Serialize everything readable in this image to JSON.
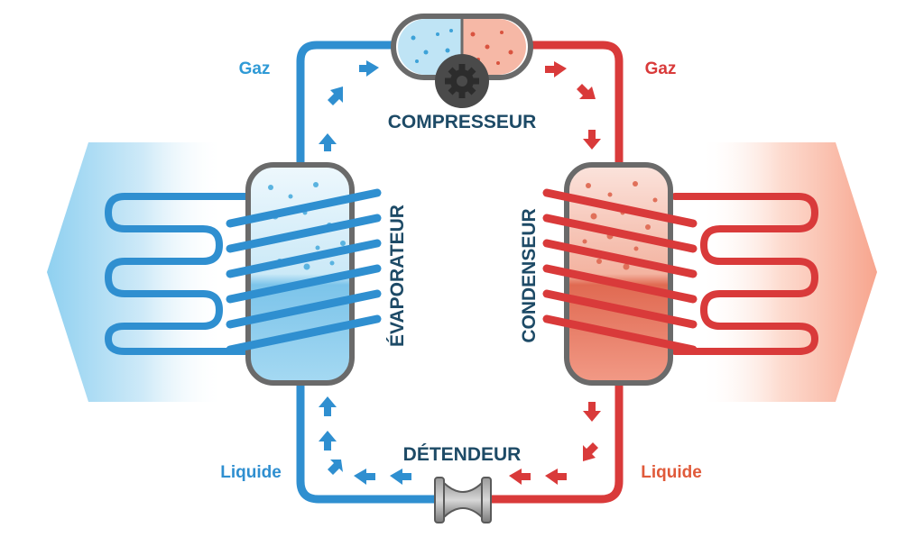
{
  "labels": {
    "compressor": "COMPRESSEUR",
    "evaporator": "ÉVAPORATEUR",
    "condenser": "CONDENSEUR",
    "expansion_valve": "DÉTENDEUR",
    "gas_left": "Gaz",
    "gas_right": "Gaz",
    "liquid_left": "Liquide",
    "liquid_right": "Liquide"
  },
  "colors": {
    "cold": "#2f8fd0",
    "cold_dark": "#1f73b8",
    "cold_light": "#58b6e3",
    "hot": "#d93a3a",
    "hot_dark": "#c0302f",
    "hot_light": "#ee7a66",
    "label_dark": "#1d4a66",
    "gray": "#6a6a6a"
  },
  "icons": {
    "compressor": "gear-icon",
    "expansion_valve": "valve-icon"
  }
}
